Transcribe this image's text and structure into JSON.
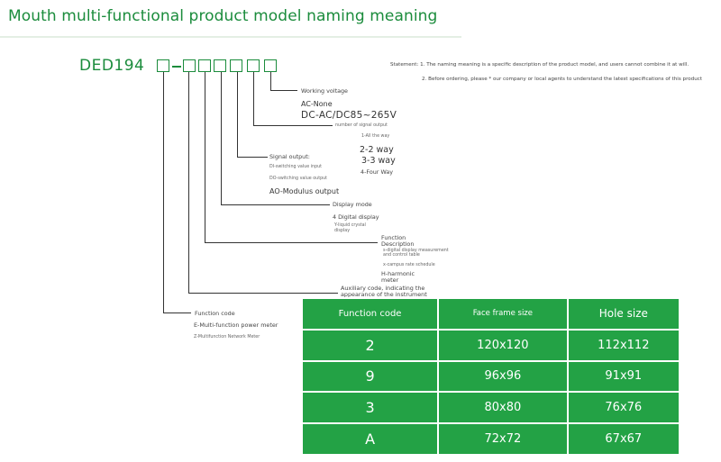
{
  "title": "Mouth multi-functional product model naming meaning",
  "model_prefix": "DED194",
  "statement": {
    "line1": "Statement: 1. The naming meaning is a specific description of the product model, and users cannot combine it at will.",
    "line2": "2. Before ordering, please * our company or local agents to understand the latest specifications of this product"
  },
  "working_voltage": {
    "label": "Working voltage",
    "opt1": "AC-None",
    "opt2": "DC-AC/DC85~265V"
  },
  "signal_count": {
    "label": "number of signal output",
    "opt1": "1-All the way",
    "opt2": "2-2 way",
    "opt3": "3-3 way",
    "opt4": "4-Four Way"
  },
  "signal_output": {
    "label": "Signal output:",
    "opt1": "DI-switching value input",
    "opt2": "DO-switching value output",
    "opt3": "AO-Modulus output"
  },
  "display_mode": {
    "label": "Display mode",
    "opt1": "4 Digital display",
    "opt2a": "Y-liquid crystal",
    "opt2b": "display"
  },
  "function_desc": {
    "label_a": "Function",
    "label_b": "Description",
    "opt1a": "s-digital display measurement",
    "opt1b": "and control table",
    "opt2": "x-campus rate schedule",
    "opt3a": "H-harmonic",
    "opt3b": "meter"
  },
  "auxiliary": {
    "line1": "Auxiliary code, indicating the",
    "line2": "appearance of the instrument"
  },
  "function_code": {
    "label": "Function code",
    "opt1": "E-Multi-function power meter",
    "opt2": "Z-Multifunction Network Meter"
  },
  "table": {
    "headers": [
      "Function code",
      "Face frame size",
      "Hole size"
    ],
    "rows": [
      [
        "2",
        "120x120",
        "112x112"
      ],
      [
        "9",
        "96x96",
        "91x91"
      ],
      [
        "3",
        "80x80",
        "76x76"
      ],
      [
        "A",
        "72x72",
        "67x67"
      ]
    ]
  },
  "colors": {
    "brand_green": "#1b8c3c",
    "table_green": "#23a245"
  }
}
